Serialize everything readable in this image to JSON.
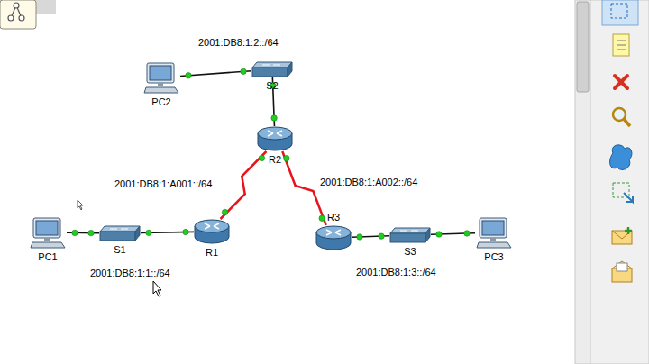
{
  "diagram": {
    "nodes": [
      {
        "text": [
          "2001:DB8:1:2::/64"
        ]
      },
      {
        "text": [
          "PC2"
        ],
        "in": 0
      },
      {
        "text": [
          "S2"
        ],
        "in": 0
      },
      {
        "text": [
          "R2"
        ]
      },
      {
        "text": [
          "2001:DB8:1:A001::/64"
        ]
      },
      {
        "text": [
          "2001:DB8:1:A002::/64"
        ]
      },
      {
        "text": [
          "2001:DB8:1:1::/64"
        ]
      },
      {
        "text": [
          "PC1"
        ],
        "in": 6
      },
      {
        "text": [
          "S1"
        ],
        "in": 6
      },
      {
        "text": [
          "R1"
        ]
      },
      {
        "text": [
          "R3"
        ]
      },
      {
        "text": [
          "2001:DB8:1:3::/64"
        ]
      },
      {
        "text": [
          "S3"
        ],
        "in": 11
      },
      {
        "text": [
          "PC3"
        ],
        "in": 11
      }
    ],
    "edges": [
      {
        "from": 1,
        "to": 2,
        "arrow": "none"
      },
      {
        "from": 2,
        "to": 3,
        "arrow": "none"
      },
      {
        "from": 3,
        "to": 9,
        "arrow": "none"
      },
      {
        "from": 3,
        "to": 10,
        "arrow": "none"
      },
      {
        "from": 9,
        "to": 8,
        "arrow": "none"
      },
      {
        "from": 8,
        "to": 7,
        "arrow": "none"
      },
      {
        "from": 10,
        "to": 12,
        "arrow": "none"
      },
      {
        "from": 12,
        "to": 13,
        "arrow": "none"
      }
    ]
  }
}
